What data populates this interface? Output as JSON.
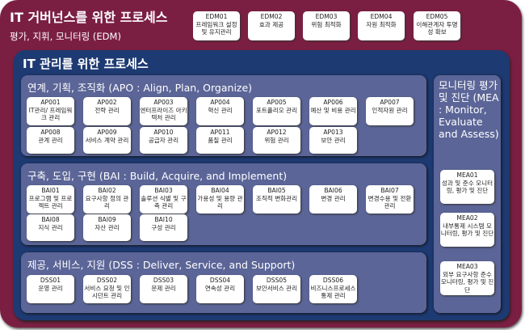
{
  "governance": {
    "title": "IT 거버넌스를 위한 프로세스",
    "subtitle": "평가, 지휘, 모니터링 (EDM)",
    "items": [
      {
        "code": "EDM01",
        "name": "프레임워크 설정 및 유지관리"
      },
      {
        "code": "EDM02",
        "name": "효과 제공"
      },
      {
        "code": "EDM03",
        "name": "위험 최적화"
      },
      {
        "code": "EDM04",
        "name": "자원 최적화"
      },
      {
        "code": "EDM05",
        "name": "이해관계자 투명성 확보"
      }
    ]
  },
  "management": {
    "title": "IT 관리를 위한 프로세스",
    "apo": {
      "title": "연계, 기획, 조직화 (APO : Align, Plan, Organize)",
      "items": [
        {
          "code": "AP001",
          "name": "IT관리/ 프레임워크 관리"
        },
        {
          "code": "AP002",
          "name": "전략 관리"
        },
        {
          "code": "AP003",
          "name": "엔터프라이즈 아키텍처 관리"
        },
        {
          "code": "AP004",
          "name": "혁신 관리"
        },
        {
          "code": "AP005",
          "name": "포트폴리오 관리"
        },
        {
          "code": "AP006",
          "name": "예산 및 비용 관리"
        },
        {
          "code": "AP007",
          "name": "인적자원 관리"
        },
        {
          "code": "AP008",
          "name": "관계 관리"
        },
        {
          "code": "AP009",
          "name": "서비스 계약 관리"
        },
        {
          "code": "AP010",
          "name": "공급자 관리"
        },
        {
          "code": "AP011",
          "name": "품질 관리"
        },
        {
          "code": "AP012",
          "name": "위험 관리"
        },
        {
          "code": "AP013",
          "name": "보안 관리"
        }
      ]
    },
    "bai": {
      "title": "구축, 도입, 구현 (BAI : Build, Acquire, and Implement)",
      "items": [
        {
          "code": "BAI01",
          "name": "프로그램 및 프로젝트 관리"
        },
        {
          "code": "BAI02",
          "name": "요구사항 정의 관리"
        },
        {
          "code": "BAI03",
          "name": "솔루션 식별 및 구축 관리"
        },
        {
          "code": "BAI04",
          "name": "가용성 및 용량 관리"
        },
        {
          "code": "BAI05",
          "name": "조직적 변화관리"
        },
        {
          "code": "BAI06",
          "name": "변경 관리"
        },
        {
          "code": "BAI07",
          "name": "변경수용 및 전환관리"
        },
        {
          "code": "BAI08",
          "name": "지식 관리"
        },
        {
          "code": "BAI09",
          "name": "자산 관리"
        },
        {
          "code": "BAI10",
          "name": "구성 관리"
        }
      ]
    },
    "dss": {
      "title": "제공, 서비스, 지원 (DSS : Deliver, Service, and Support)",
      "items": [
        {
          "code": "DSS01",
          "name": "운영 관리"
        },
        {
          "code": "DSS02",
          "name": "서비스 요청 및 인시던트 관리"
        },
        {
          "code": "DSS03",
          "name": "문제 관리"
        },
        {
          "code": "DSS04",
          "name": "연속성 관리"
        },
        {
          "code": "DSS05",
          "name": "보안서비스 관리"
        },
        {
          "code": "DSS06",
          "name": "비즈니스프로세스 통제 관리"
        }
      ]
    },
    "mea": {
      "title": "모니터링 평가 및 진단 (MEA : Monitor, Evaluate and Assess)",
      "items": [
        {
          "code": "MEA01",
          "name": "성과 및 준수 모니터링, 평가 및 진단"
        },
        {
          "code": "MEA02",
          "name": "내부통제 시스템 모니터링, 평가 및 진단"
        },
        {
          "code": "MEA03",
          "name": "외부 요구사항 준수 모니터링, 평가 및 진단"
        }
      ]
    }
  }
}
